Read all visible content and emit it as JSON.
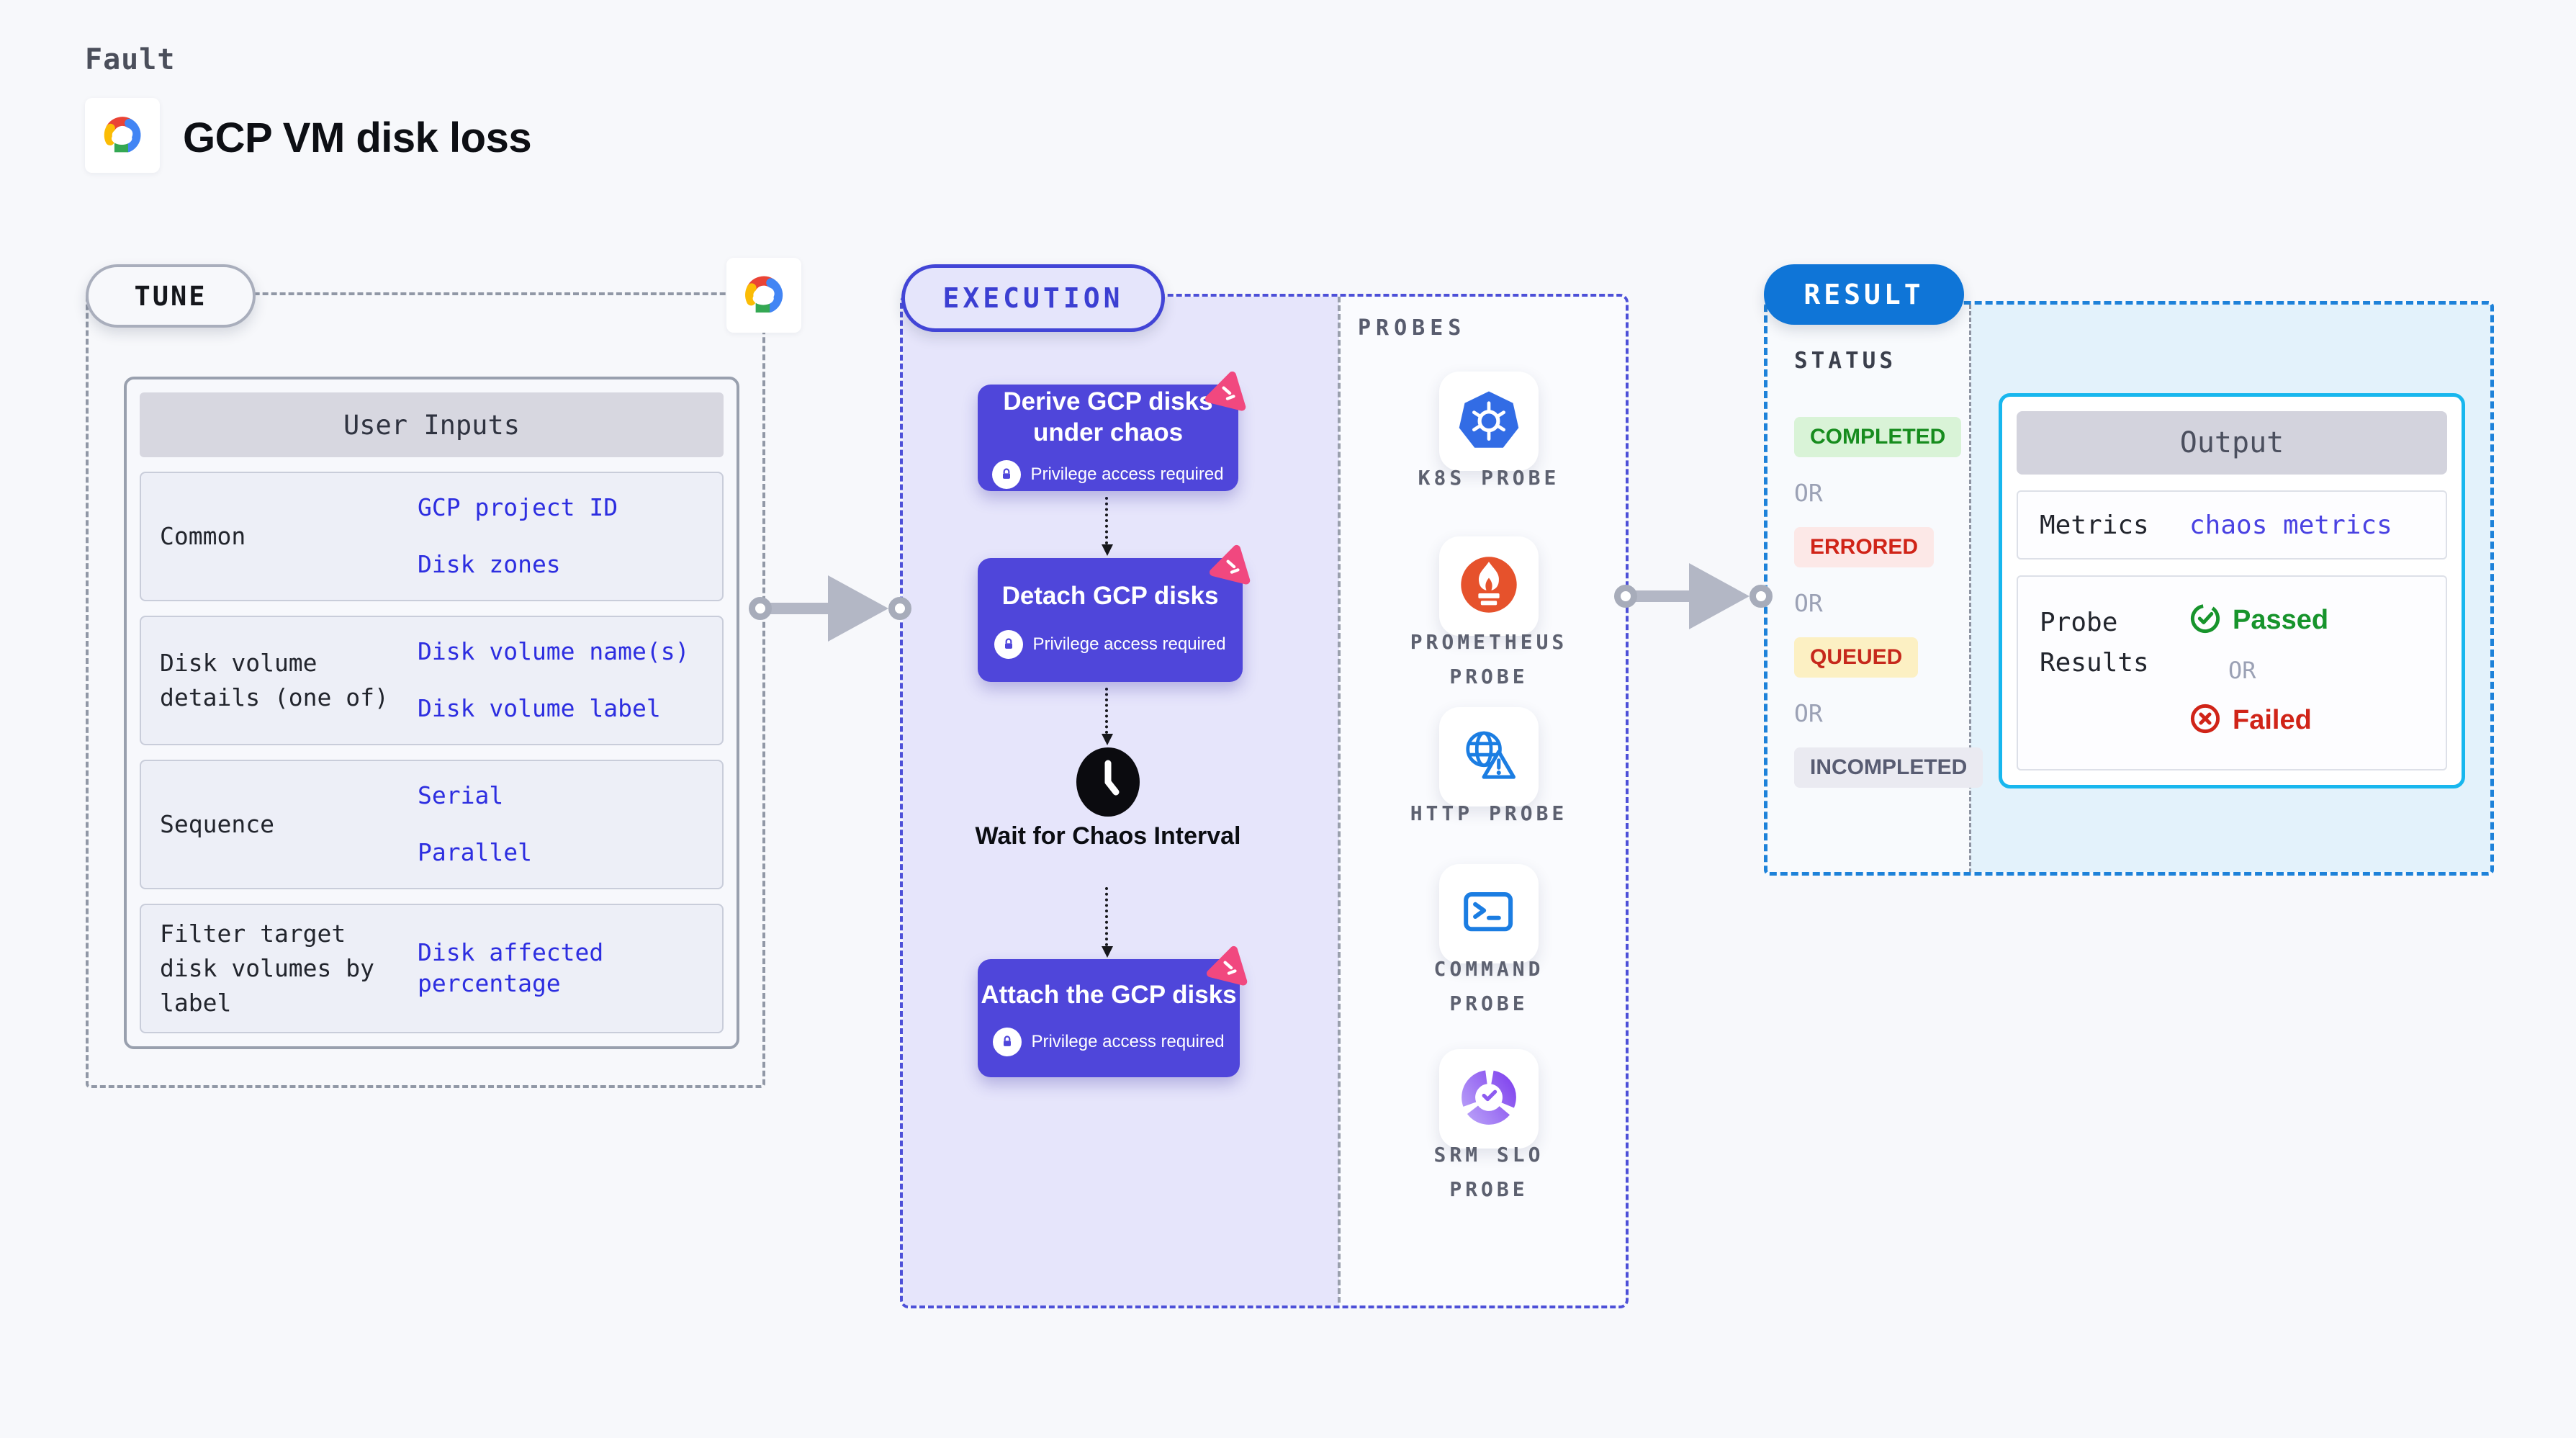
{
  "header": {
    "kind": "Fault",
    "title": "GCP VM disk loss"
  },
  "tune": {
    "pill": "TUNE",
    "table_title": "User Inputs",
    "rows": [
      {
        "label": "Common",
        "values": [
          "GCP project ID",
          "Disk zones"
        ]
      },
      {
        "label": "Disk volume details (one of)",
        "values": [
          "Disk volume name(s)",
          "Disk volume label"
        ]
      },
      {
        "label": "Sequence",
        "values": [
          "Serial",
          "Parallel"
        ]
      },
      {
        "label": "Filter target disk volumes by label",
        "values": [
          "Disk affected percentage"
        ]
      }
    ]
  },
  "execution": {
    "pill": "EXECUTION",
    "privilege_note": "Privilege access required",
    "steps": {
      "derive": "Derive GCP disks under chaos",
      "detach": "Detach GCP disks",
      "wait": "Wait for Chaos Interval",
      "attach": "Attach the GCP disks"
    }
  },
  "probes": {
    "title": "PROBES",
    "items": [
      "K8S PROBE",
      "PROMETHEUS PROBE",
      "HTTP PROBE",
      "COMMAND PROBE",
      "SRM SLO PROBE"
    ]
  },
  "result": {
    "pill": "RESULT",
    "status_title": "STATUS",
    "or": "OR",
    "statuses": [
      "COMPLETED",
      "ERRORED",
      "QUEUED",
      "INCOMPLETED"
    ],
    "output": {
      "title": "Output",
      "metrics_label": "Metrics",
      "metrics_link": "chaos metrics",
      "probe_results_label": "Probe Results",
      "passed": "Passed",
      "failed": "Failed"
    }
  },
  "colors": {
    "node_indigo": "#4f46da",
    "result_blue": "#0f75d7",
    "output_cyan_border": "#18b7ee",
    "link_blue": "#2d2ee0",
    "passed_green": "#17942c",
    "failed_red": "#d02418",
    "chaos_pink": "#f1487f"
  }
}
